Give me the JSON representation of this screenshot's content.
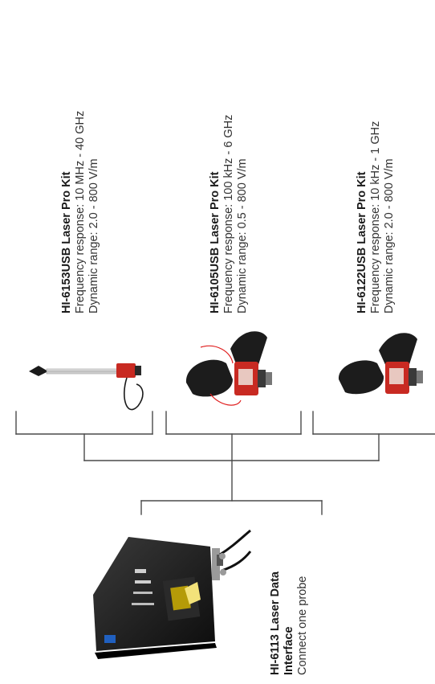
{
  "interface": {
    "title_line1": "HI-6113 Laser Data",
    "title_line2": "Interface",
    "note": "Connect one probe"
  },
  "probes": [
    {
      "title": "HI-6153USB Laser Pro Kit",
      "frequency": "Frequency response: 10 MHz - 40 GHz",
      "range": "Dynamic range: 2.0 - 800 V/m",
      "image": "thin-rod-probe"
    },
    {
      "title": "HI-6105USB Laser Pro Kit",
      "frequency": "Frequency response: 100 kHz - 6 GHz",
      "range": "Dynamic range: 0.5 - 800 V/m",
      "image": "cylinder-probe-red-cable"
    },
    {
      "title": "HI-6122USB Laser Pro Kit",
      "frequency": "Frequency response: 10 kHz - 1 GHz",
      "range": "Dynamic range: 2.0 - 800 V/m",
      "image": "cylinder-probe"
    }
  ],
  "colors": {
    "lines": "#4a4a4a",
    "probe_head_red": "#c82a22",
    "probe_body_black": "#1c1c1c"
  }
}
